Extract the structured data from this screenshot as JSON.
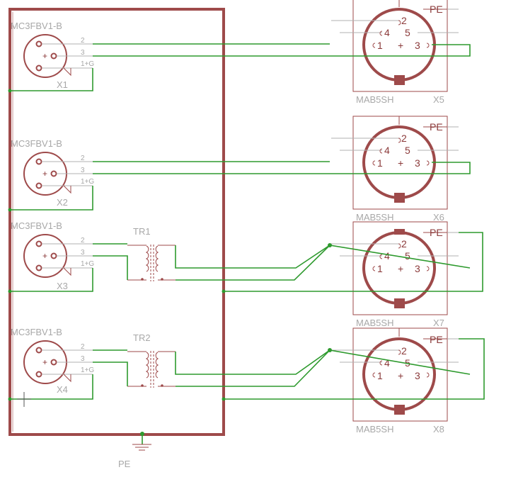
{
  "colors": {
    "symbol": "#9e4a4a",
    "wire": "#2e9a2e",
    "label": "#a8a8a8",
    "background": "#ffffff"
  },
  "xlr_inputs": [
    {
      "part": "MC3FBV1-B",
      "ref": "X1",
      "pins": [
        "2",
        "3",
        "1+G"
      ]
    },
    {
      "part": "MC3FBV1-B",
      "ref": "X2",
      "pins": [
        "2",
        "3",
        "1+G"
      ]
    },
    {
      "part": "MC3FBV1-B",
      "ref": "X3",
      "pins": [
        "2",
        "3",
        "1+G"
      ]
    },
    {
      "part": "MC3FBV1-B",
      "ref": "X4",
      "pins": [
        "2",
        "3",
        "1+G"
      ]
    }
  ],
  "transformers": [
    {
      "ref": "TR1"
    },
    {
      "ref": "TR2"
    }
  ],
  "din_outputs": [
    {
      "part": "MAB5SH",
      "ref": "X5",
      "pe": "PE",
      "pins": [
        "2",
        "4",
        "5",
        "1",
        "+",
        "3"
      ]
    },
    {
      "part": "MAB5SH",
      "ref": "X6",
      "pe": "PE",
      "pins": [
        "2",
        "4",
        "5",
        "1",
        "+",
        "3"
      ]
    },
    {
      "part": "MAB5SH",
      "ref": "X7",
      "pe": "PE",
      "pins": [
        "2",
        "4",
        "5",
        "1",
        "+",
        "3"
      ]
    },
    {
      "part": "MAB5SH",
      "ref": "X8",
      "pe": "PE",
      "pins": [
        "2",
        "4",
        "5",
        "1",
        "+",
        "3"
      ]
    }
  ],
  "ground": {
    "label": "PE"
  }
}
